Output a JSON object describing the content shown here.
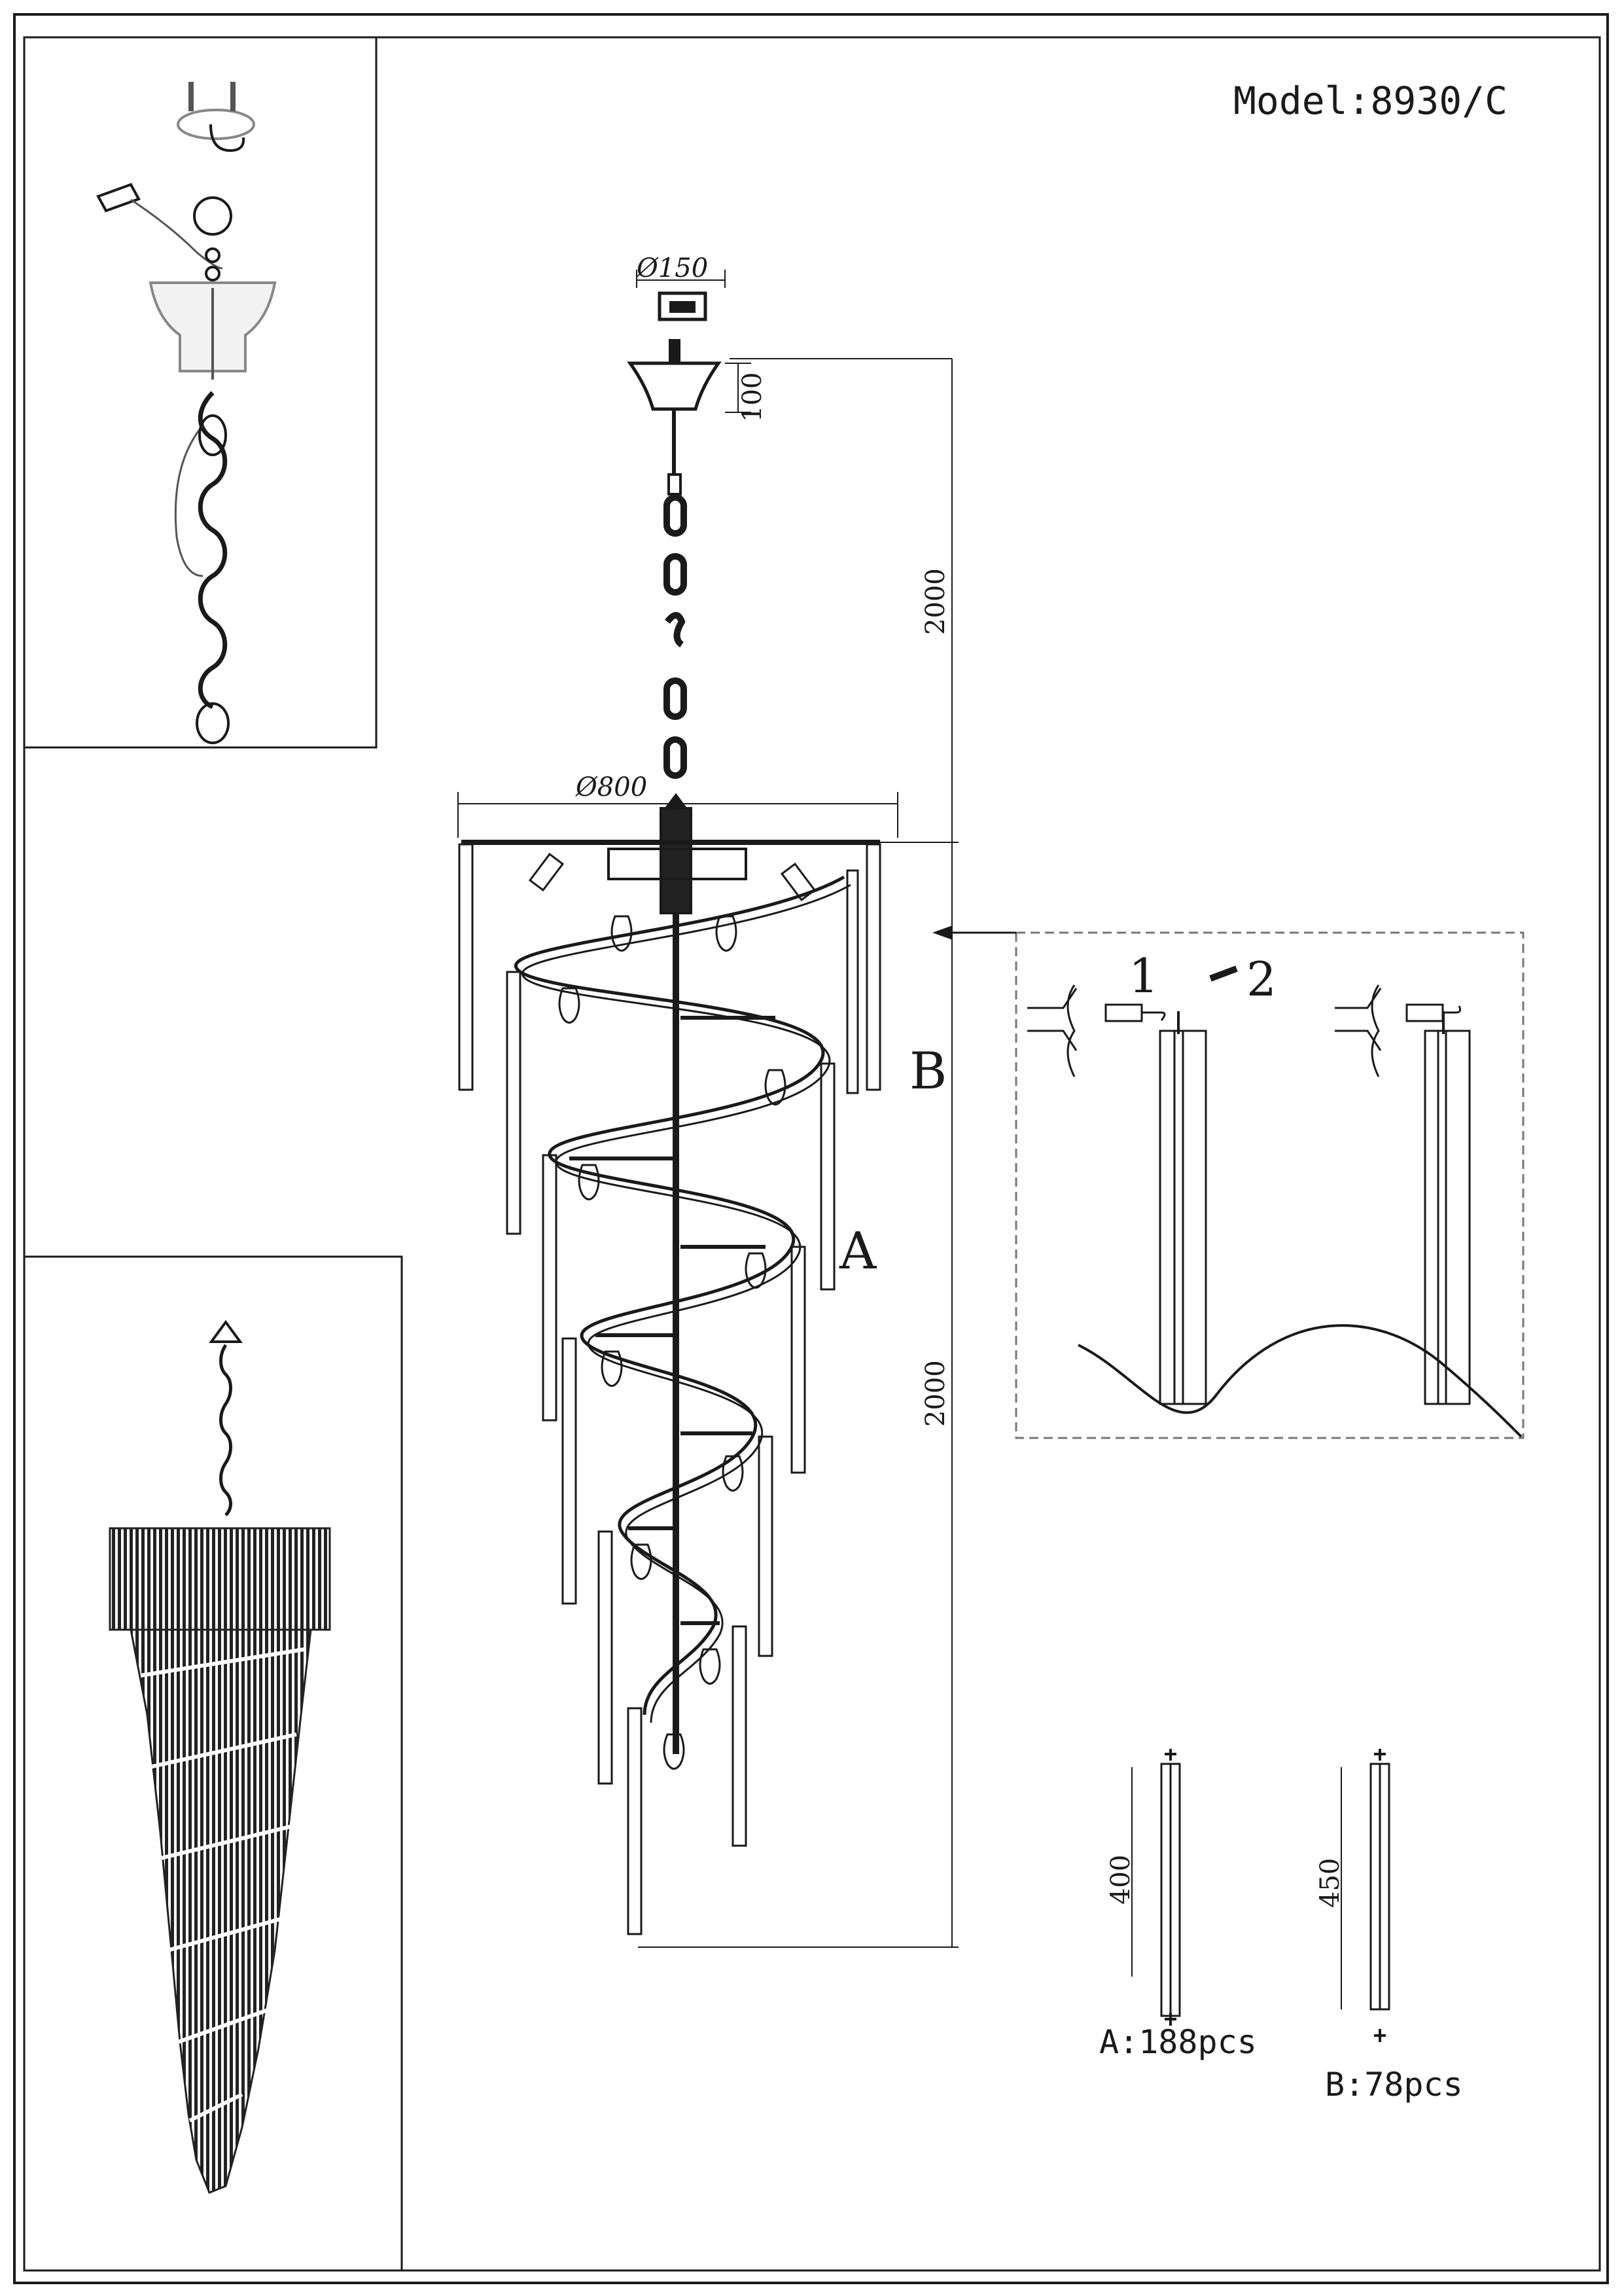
{
  "header": {
    "model": "Model:8930/C"
  },
  "dimensions": {
    "canopy_diameter": "Ø150",
    "canopy_height": "100",
    "chain_length": "2000",
    "body_diameter": "Ø800",
    "body_height": "2000",
    "crystal_a_length": "400",
    "crystal_b_length": "450"
  },
  "part_labels": {
    "tier_b": "B",
    "tier_a": "A"
  },
  "detail": {
    "step_1": "1",
    "step_2": "2"
  },
  "crystals": {
    "a_count": "A:188pcs",
    "b_count": "B:78pcs"
  },
  "colors": {
    "line": "#1a1a1a",
    "dashed_frame": "#777777",
    "fill_dark": "#222222"
  }
}
